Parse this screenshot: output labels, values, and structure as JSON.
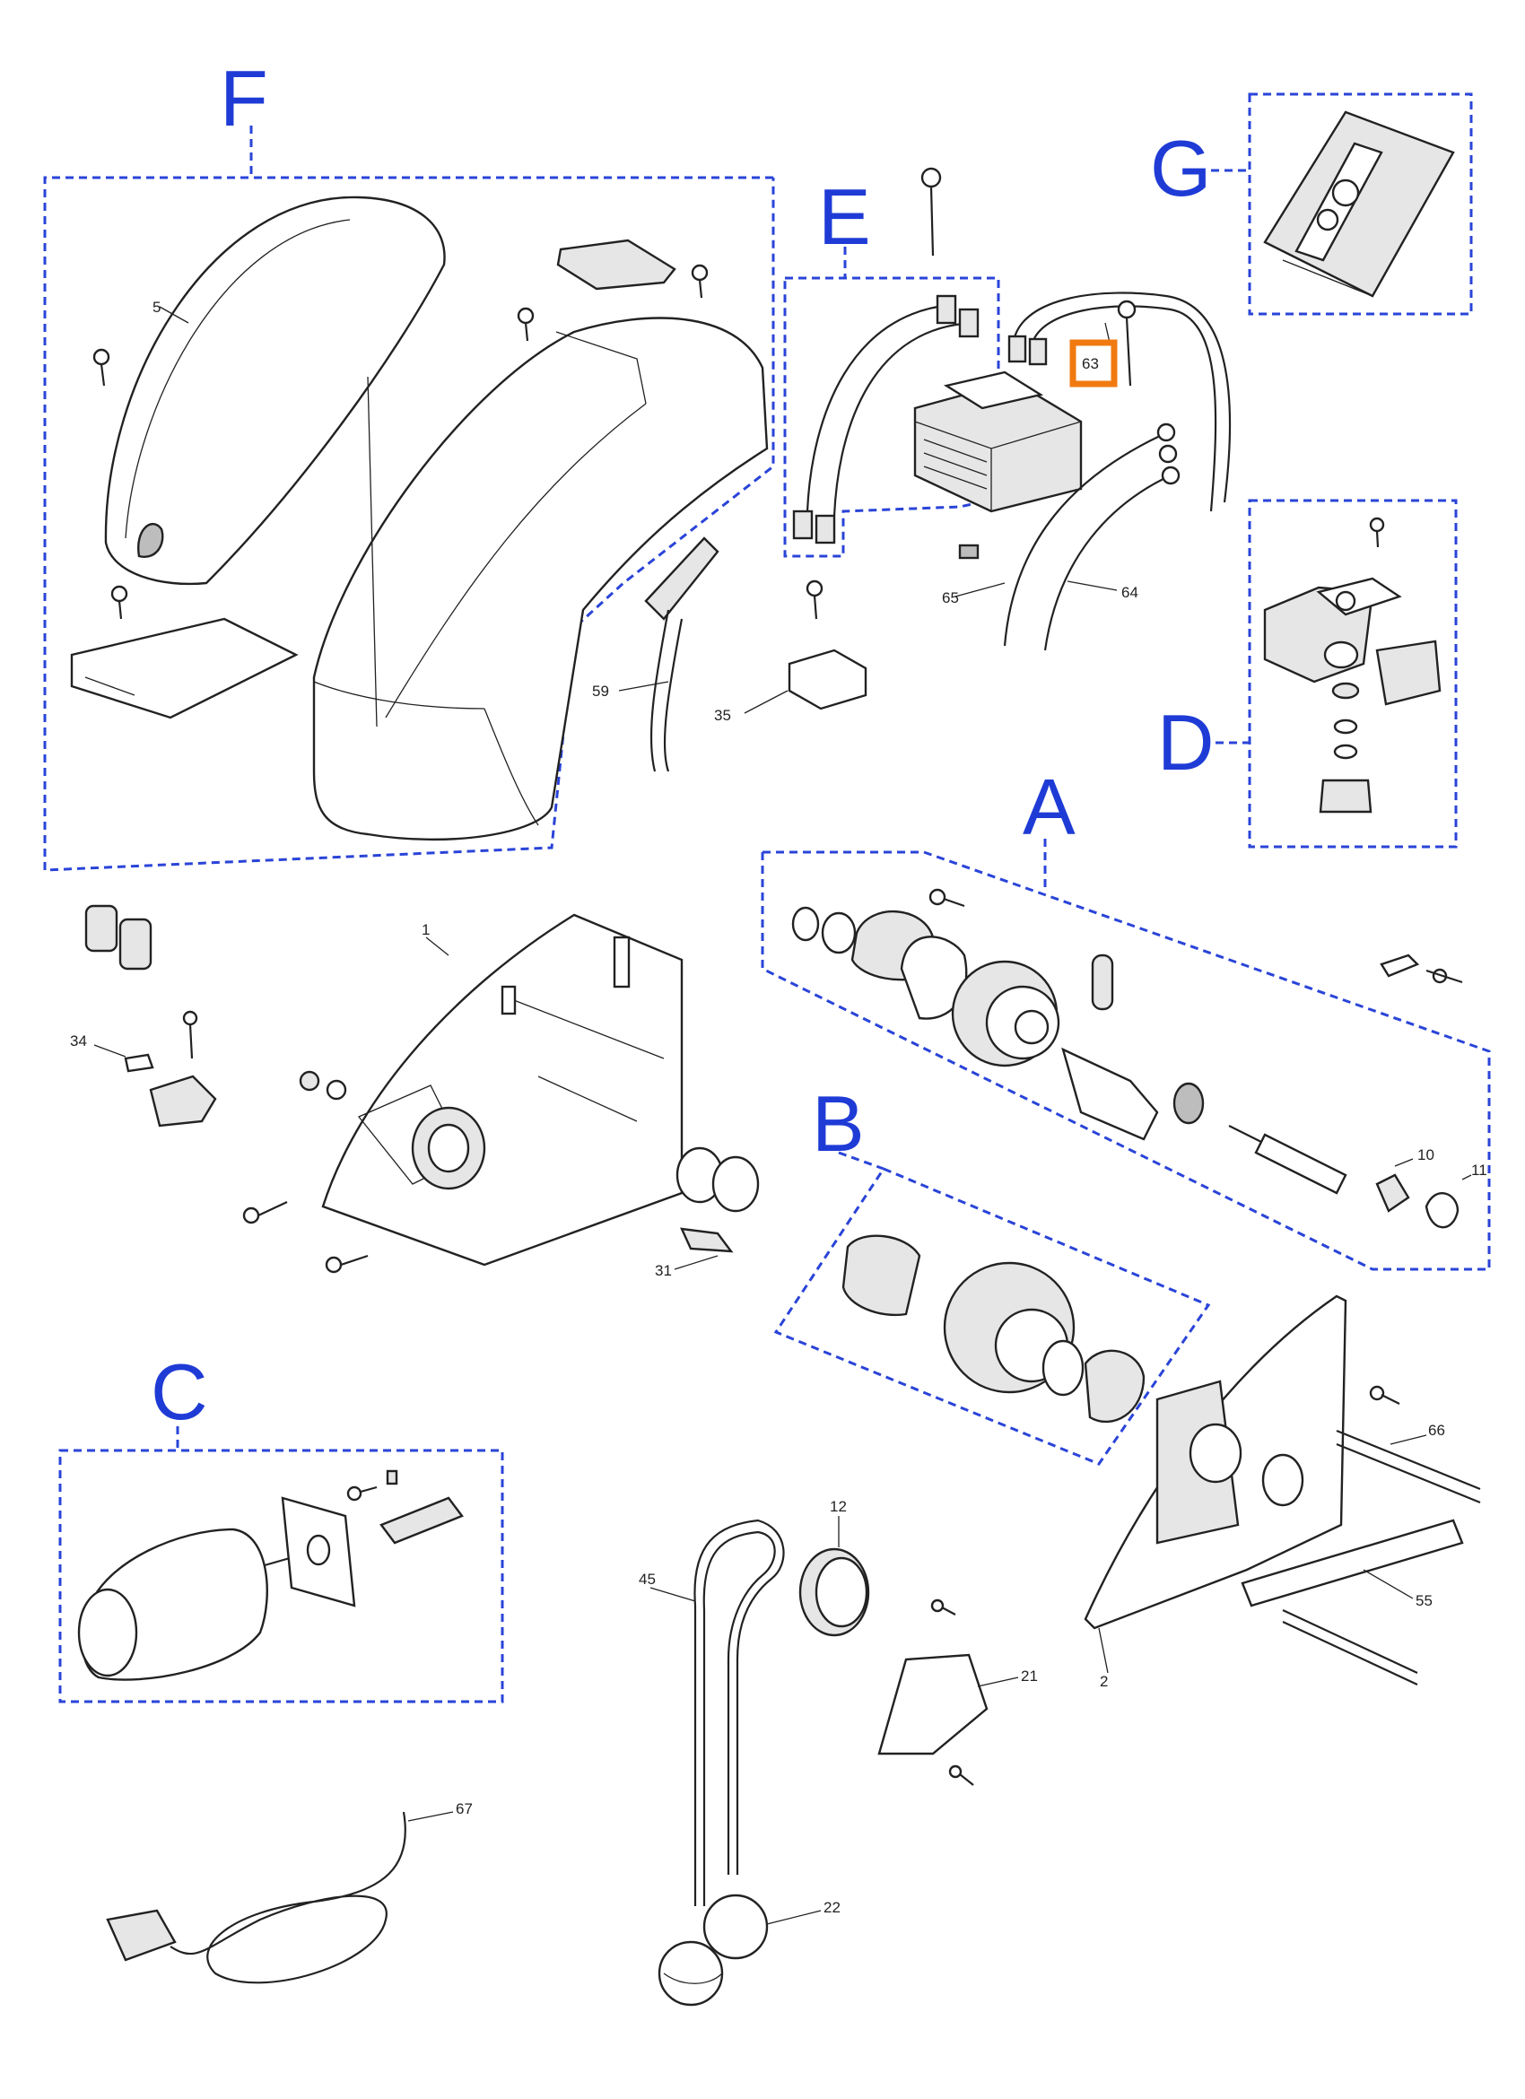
{
  "groups": {
    "F": "F",
    "E": "E",
    "G": "G",
    "D": "D",
    "A": "A",
    "B": "B",
    "C": "C"
  },
  "parts": {
    "p1": "1",
    "p2": "2",
    "p5": "5",
    "p10": "10",
    "p11": "11",
    "p12": "12",
    "p21": "21",
    "p22": "22",
    "p31": "31",
    "p34": "34",
    "p35": "35",
    "p45": "45",
    "p55": "55",
    "p59": "59",
    "p63": "63",
    "p64": "64",
    "p65": "65",
    "p66": "66",
    "p67": "67"
  },
  "highlight": {
    "part": "63",
    "color": "#f07a10"
  },
  "colors": {
    "group_outline": "#2a44d8",
    "group_letter": "#1f3bd6",
    "line_art": "#222222"
  }
}
